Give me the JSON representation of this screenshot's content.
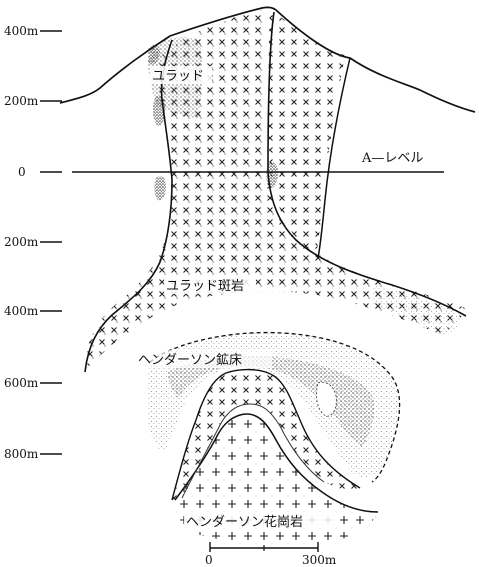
{
  "depth_labels": [
    "400m",
    "200m",
    "0",
    "200m",
    "400m",
    "600m",
    "800m"
  ],
  "level_label": "A—レベル",
  "labels": {
    "urad": "ユラッド",
    "urad_porphyry": "ユラッド斑岩",
    "henderson_deposit": "ヘンダーソン鉱床",
    "henderson_granite": "ヘンダーソン花崗岩"
  },
  "scale": {
    "start": "0",
    "end": "300m"
  }
}
